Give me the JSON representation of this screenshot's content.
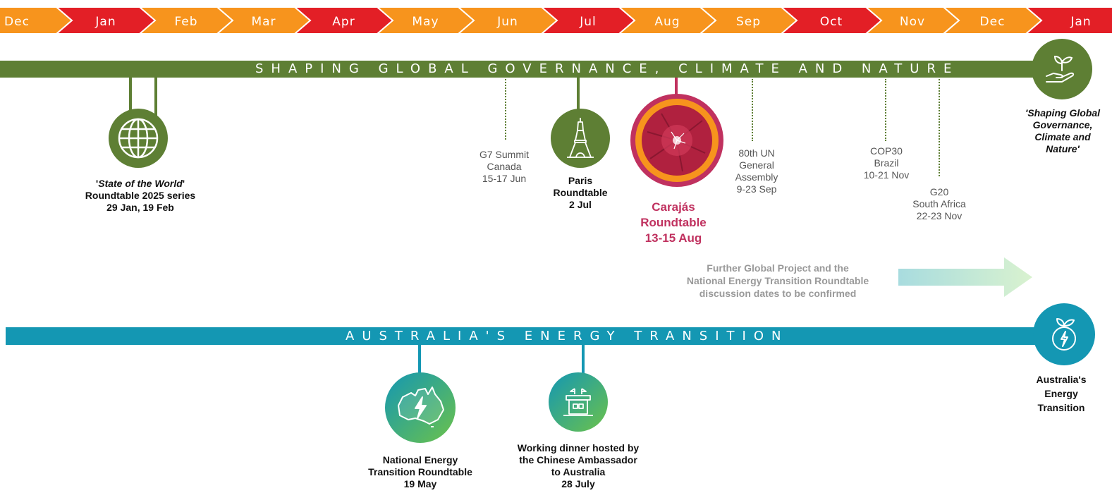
{
  "colors": {
    "red": "#e31f26",
    "orange": "#f7941d",
    "green": "#5e7f34",
    "teal": "#1497b3",
    "magenta": "#c0315f"
  },
  "months": [
    {
      "label": "Dec",
      "color": "orange"
    },
    {
      "label": "Jan",
      "color": "red"
    },
    {
      "label": "Feb",
      "color": "orange"
    },
    {
      "label": "Mar",
      "color": "orange"
    },
    {
      "label": "Apr",
      "color": "red"
    },
    {
      "label": "May",
      "color": "orange"
    },
    {
      "label": "Jun",
      "color": "orange"
    },
    {
      "label": "Jul",
      "color": "red"
    },
    {
      "label": "Aug",
      "color": "orange"
    },
    {
      "label": "Sep",
      "color": "orange"
    },
    {
      "label": "Oct",
      "color": "red"
    },
    {
      "label": "Nov",
      "color": "orange"
    },
    {
      "label": "Dec",
      "color": "orange"
    },
    {
      "label": "Jan",
      "color": "red"
    }
  ],
  "governance": {
    "title": "SHAPING GLOBAL GOVERNANCE, CLIMATE AND NATURE",
    "side_icon": "hand-plant-icon",
    "side_label": [
      "'Shaping Global",
      "Governance,",
      "Climate and",
      "Nature'"
    ],
    "events": {
      "state_of_world": {
        "icon": "globe-icon",
        "title": "State of the World",
        "line2": "Roundtable 2025 series",
        "line3": "29 Jan, 19 Feb"
      },
      "g7": {
        "lines": [
          "G7 Summit",
          "Canada",
          "15-17 Jun"
        ]
      },
      "paris": {
        "icon": "eiffel-tower-icon",
        "lines": [
          "Paris",
          "Roundtable",
          "2 Jul"
        ]
      },
      "carajas": {
        "icon": "flower-icon",
        "lines": [
          "Carajás",
          "Roundtable",
          "13-15 Aug"
        ]
      },
      "un": {
        "lines": [
          "80th UN",
          "General",
          "Assembly",
          "9-23 Sep"
        ]
      },
      "cop30": {
        "lines": [
          "COP30",
          "Brazil",
          "10-21 Nov"
        ]
      },
      "g20": {
        "lines": [
          "G20",
          "South Africa",
          "22-23 Nov"
        ]
      }
    }
  },
  "note": {
    "lines": [
      "Further Global Project and the",
      "National Energy Transition Roundtable",
      "discussion dates to be confirmed"
    ]
  },
  "energy": {
    "title": "AUSTRALIA'S ENERGY TRANSITION",
    "side_icon": "leaf-energy-icon",
    "side_label": [
      "Australia's",
      "Energy",
      "Transition"
    ],
    "events": {
      "netr": {
        "icon": "australia-energy-icon",
        "lines": [
          "National Energy",
          "Transition Roundtable",
          "19 May"
        ]
      },
      "dinner": {
        "icon": "embassy-icon",
        "lines": [
          "Working dinner hosted by",
          "the Chinese Ambassador",
          "to Australia",
          "28 July"
        ]
      }
    }
  }
}
